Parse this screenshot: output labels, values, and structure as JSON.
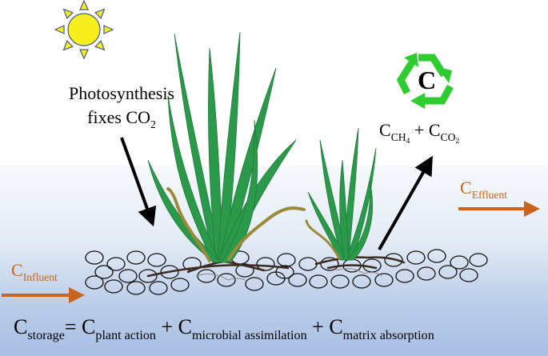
{
  "photosynthesis": {
    "line1": "Photosynthesis",
    "line2_prefix": "fixes CO",
    "line2_sub": "2"
  },
  "emission": {
    "c1": "C",
    "c1_sub": "CH",
    "c1_subsub": "4",
    "plus": " + ",
    "c2": "C",
    "c2_sub": "CO",
    "c2_subsub": "2"
  },
  "recycle": {
    "symbol": "C"
  },
  "influent": {
    "c": "C",
    "sub": "Influent"
  },
  "effluent": {
    "c": "C",
    "sub": "Effluent"
  },
  "equation": {
    "lhs": "C",
    "lhs_sub": "storage",
    "eq": "= ",
    "t1": "C",
    "t1_sub": "plant action",
    "plus1": " + ",
    "t2": "C",
    "t2_sub": "microbial assimilation",
    "plus2": " + ",
    "t3": "C",
    "t3_sub": "matrix absorption"
  },
  "colors": {
    "flow_arrow": "#c8641e",
    "recycle_green": "#2ecc2e",
    "sun_fill": "#f7ef1c",
    "sun_stroke": "#4a5a8a",
    "plant_green": "#2a9a4a",
    "plant_olive": "#9a8a3a"
  }
}
